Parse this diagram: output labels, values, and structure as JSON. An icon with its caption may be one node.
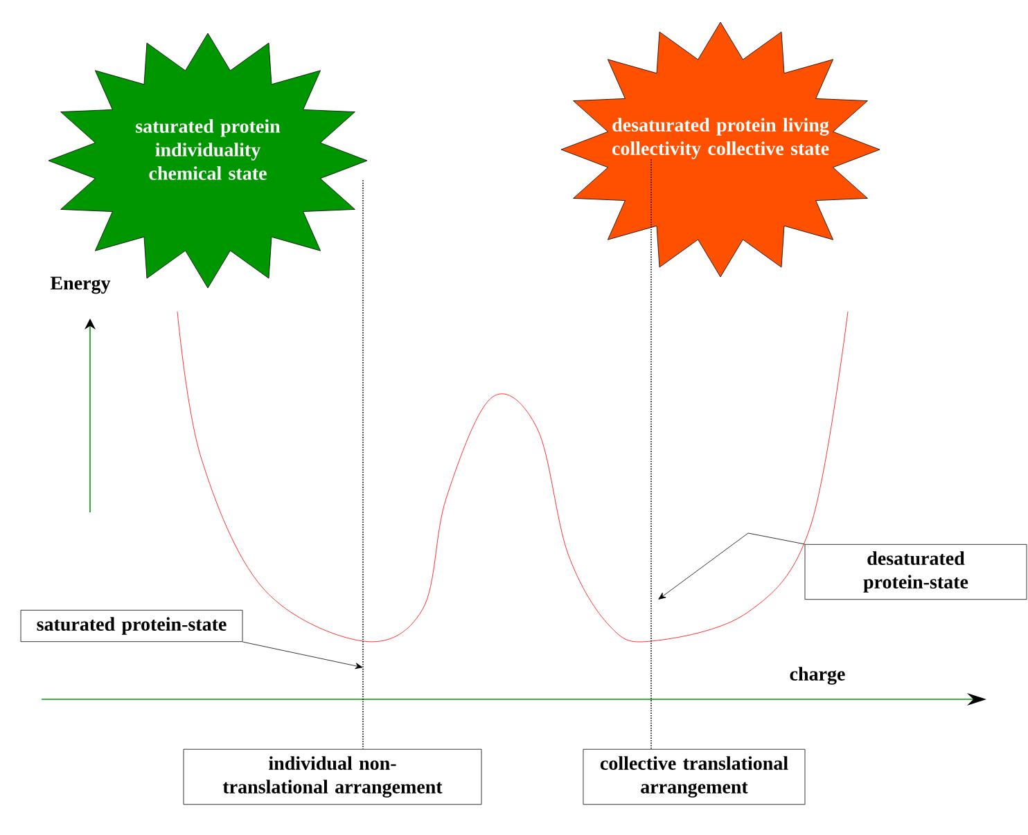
{
  "diagram": {
    "nodes": [
      {
        "text": [
          "saturated protein individuality chemical state"
        ]
      },
      {
        "text": [
          "desaturated protein living collectivity collective state"
        ]
      },
      {
        "text": [
          "saturated protein-state"
        ]
      },
      {
        "text": [
          "desaturated protein-state"
        ]
      },
      {
        "text": [
          "individual non-translational arrangement"
        ]
      },
      {
        "text": [
          "collective translational arrangement"
        ]
      }
    ],
    "edges": [
      {
        "from": 0,
        "to": 4,
        "arrow": "none",
        "style": "dashed"
      },
      {
        "from": 1,
        "to": 5,
        "arrow": "none",
        "style": "dashed"
      },
      {
        "from": 2,
        "to": null,
        "arrow": "to"
      },
      {
        "from": 3,
        "to": null,
        "arrow": "to"
      }
    ],
    "labels": [
      "Energy",
      "charge"
    ]
  }
}
